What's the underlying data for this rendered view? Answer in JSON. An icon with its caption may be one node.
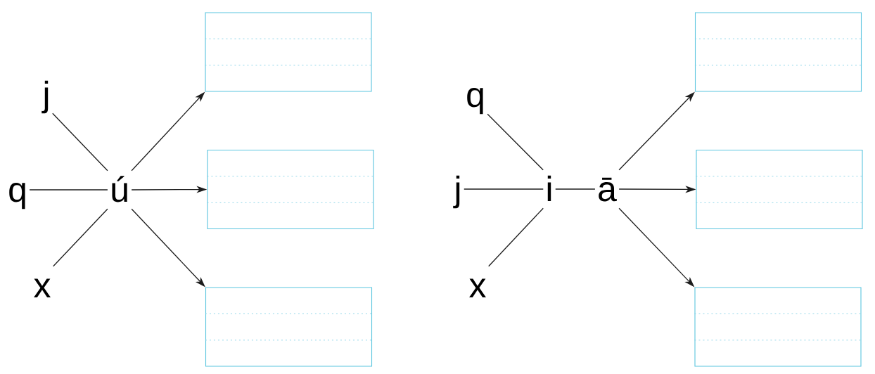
{
  "diagram": {
    "nodes": [
      {
        "text": [
          "j"
        ]
      },
      {
        "text": [
          "q"
        ]
      },
      {
        "text": [
          "x"
        ]
      },
      {
        "text": [
          "ú"
        ]
      },
      {
        "text": [],
        "shape": "box"
      },
      {
        "text": [],
        "shape": "box"
      },
      {
        "text": [],
        "shape": "box"
      },
      {
        "text": [
          "q"
        ]
      },
      {
        "text": [
          "j"
        ]
      },
      {
        "text": [
          "x"
        ]
      },
      {
        "text": [
          "i"
        ]
      },
      {
        "text": [
          "ā"
        ]
      },
      {
        "text": [],
        "shape": "box"
      },
      {
        "text": [],
        "shape": "box"
      },
      {
        "text": [],
        "shape": "box"
      }
    ],
    "edges": [
      {
        "from": 0,
        "to": 3,
        "arrow": "none"
      },
      {
        "from": 1,
        "to": 3,
        "arrow": "none"
      },
      {
        "from": 2,
        "to": 3,
        "arrow": "none"
      },
      {
        "from": 3,
        "to": 4,
        "arrow": "to"
      },
      {
        "from": 3,
        "to": 5,
        "arrow": "to"
      },
      {
        "from": 3,
        "to": 6,
        "arrow": "to"
      },
      {
        "from": 7,
        "to": 10,
        "arrow": "none"
      },
      {
        "from": 8,
        "to": 10,
        "arrow": "none"
      },
      {
        "from": 9,
        "to": 10,
        "arrow": "none"
      },
      {
        "from": 10,
        "to": 11,
        "arrow": "none"
      },
      {
        "from": 11,
        "to": 12,
        "arrow": "to"
      },
      {
        "from": 11,
        "to": 13,
        "arrow": "to"
      },
      {
        "from": 11,
        "to": 14,
        "arrow": "to"
      }
    ]
  }
}
